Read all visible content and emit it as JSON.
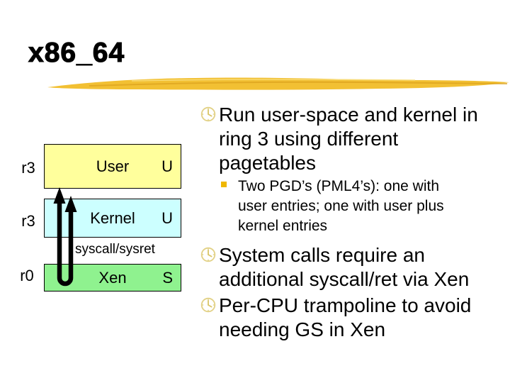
{
  "title": "x86_64",
  "colors": {
    "swoosh_gold": "#F2C033",
    "swoosh_dark": "#DCA31F",
    "swoosh_light": "#F8DD7A",
    "user_box_fill": "#FFFF9C",
    "kernel_box_fill": "#CCFFFF",
    "xen_box_fill": "#8FF28F",
    "square_bullet_gold": "#EFB700",
    "clock_gold": "#E2D186"
  },
  "diagram": {
    "rows": [
      {
        "ring_label": "r3",
        "box_label": "User",
        "privilege": "U"
      },
      {
        "ring_label": "r3",
        "box_label": "Kernel",
        "privilege": "U"
      },
      {
        "ring_label": "r0",
        "box_label": "Xen",
        "privilege": "S"
      }
    ],
    "arrow_label": "syscall/sysret"
  },
  "bullets": {
    "b1": "Run user-space and kernel in\nring 3 using different\npagetables",
    "sub1": "Two PGD’s (PML4’s): one with\nuser entries; one with user plus\nkernel entries",
    "b2": "System calls require an\nadditional syscall/ret via Xen",
    "b3": "Per-CPU trampoline to avoid\nneeding GS in Xen"
  }
}
